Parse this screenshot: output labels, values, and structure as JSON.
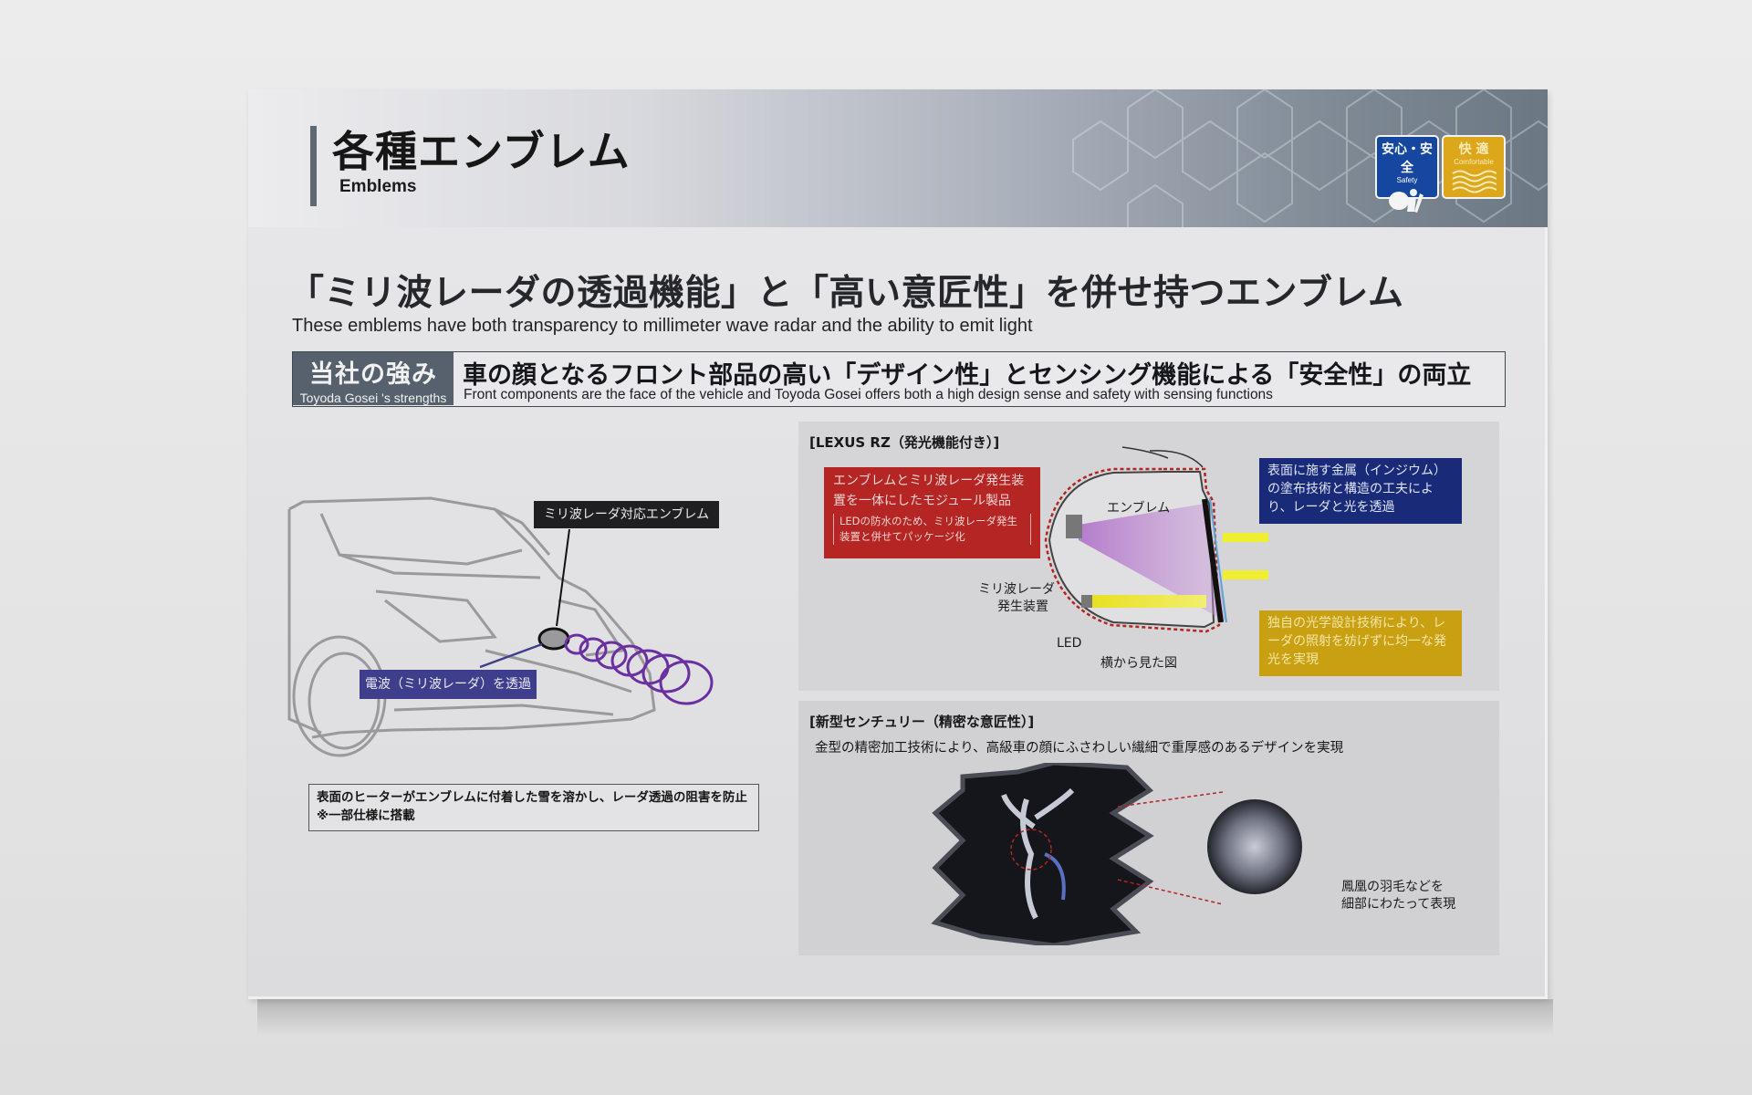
{
  "header": {
    "title_jp": "各種エンブレム",
    "title_en": "Emblems",
    "badges": [
      {
        "label_jp": "安心・安全",
        "label_en": "Safety",
        "icon": "airbag-seat-icon",
        "color": "#1546a0"
      },
      {
        "label_jp": "快 適",
        "label_en": "Comfortable",
        "icon": "waves-icon",
        "color": "#dca71a"
      }
    ]
  },
  "headline": {
    "jp": "「ミリ波レーダの透過機能」と「高い意匠性」を併せ持つエンブレム",
    "en": "These emblems have both transparency to millimeter wave radar and the ability to emit light"
  },
  "strengths": {
    "label_jp": "当社の強み",
    "label_en": "Toyoda Gosei 's strengths",
    "text_jp": "車の顔となるフロント部品の高い「デザイン性」とセンシング機能による「安全性」の両立",
    "text_en": "Front components are the face of the vehicle and Toyoda Gosei offers both a high design sense and safety with sensing functions"
  },
  "car_illustration": {
    "callout_emblem": "ミリ波レーダ対応エンブレム",
    "callout_wave": "電波（ミリ波レーダ）を透過",
    "note_line1": "表面のヒーターがエンブレムに付着した雪を溶かし、レーダ透過の阻害を防止",
    "note_line2": "※一部仕様に搭載"
  },
  "lexus_panel": {
    "title": "[LEXUS RZ（発光機能付き）]",
    "red_box_main": "エンブレムとミリ波レーダ発生装置を一体にしたモジュール製品",
    "red_box_sub": "LEDの防水のため、ミリ波レーダ発生装置と併せてパッケージ化",
    "blue_box": "表面に施す金属（インジウム）の塗布技術と構造の工夫により、レーダと光を透過",
    "yellow_box": "独自の光学設計技術により、レーダの照射を妨げずに均一な発光を実現",
    "label_emblem": "エンブレム",
    "label_radar_1": "ミリ波レーダ",
    "label_radar_2": "発生装置",
    "label_led": "LED",
    "label_side_view": "横から見た図"
  },
  "century_panel": {
    "title": "[新型センチュリー（精密な意匠性）]",
    "description": "金型の精密加工技術により、高級車の顔にふさわしい繊細で重厚感のあるデザインを実現",
    "caption_1": "鳳凰の羽毛などを",
    "caption_2": "細部にわたって表現"
  },
  "colors": {
    "header_dark": "#6b7782",
    "strength_label_bg": "#56616d",
    "red": "#b52523",
    "blue": "#182a78",
    "yellow": "#c9a012",
    "purple": "#6a2fa0"
  }
}
